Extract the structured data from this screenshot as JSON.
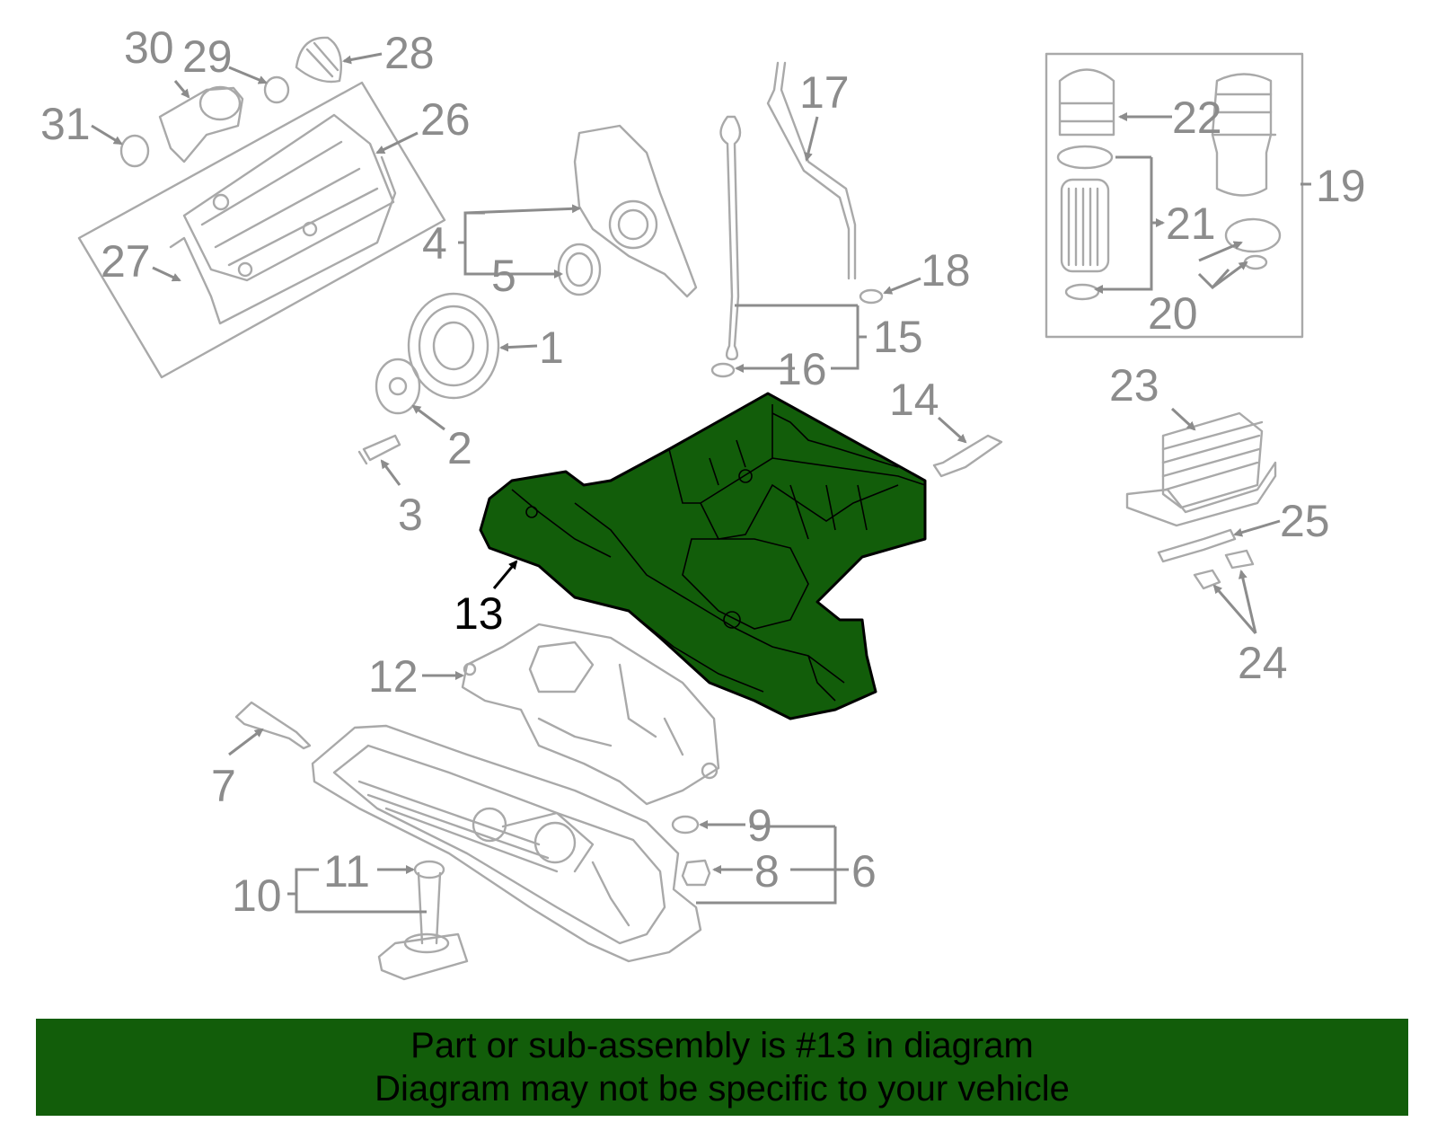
{
  "diagram": {
    "highlight_color": "#125d0a",
    "callouts": [
      "1",
      "2",
      "3",
      "4",
      "5",
      "6",
      "7",
      "8",
      "9",
      "10",
      "11",
      "12",
      "13",
      "14",
      "15",
      "16",
      "17",
      "18",
      "19",
      "20",
      "21",
      "22",
      "23",
      "24",
      "25",
      "26",
      "27",
      "28",
      "29",
      "30",
      "31"
    ],
    "highlighted_callout": "13"
  },
  "banner": {
    "line1": "Part or sub-assembly is #13 in diagram",
    "line2": "Diagram may not be specific to your vehicle",
    "background": "#125d0a"
  }
}
